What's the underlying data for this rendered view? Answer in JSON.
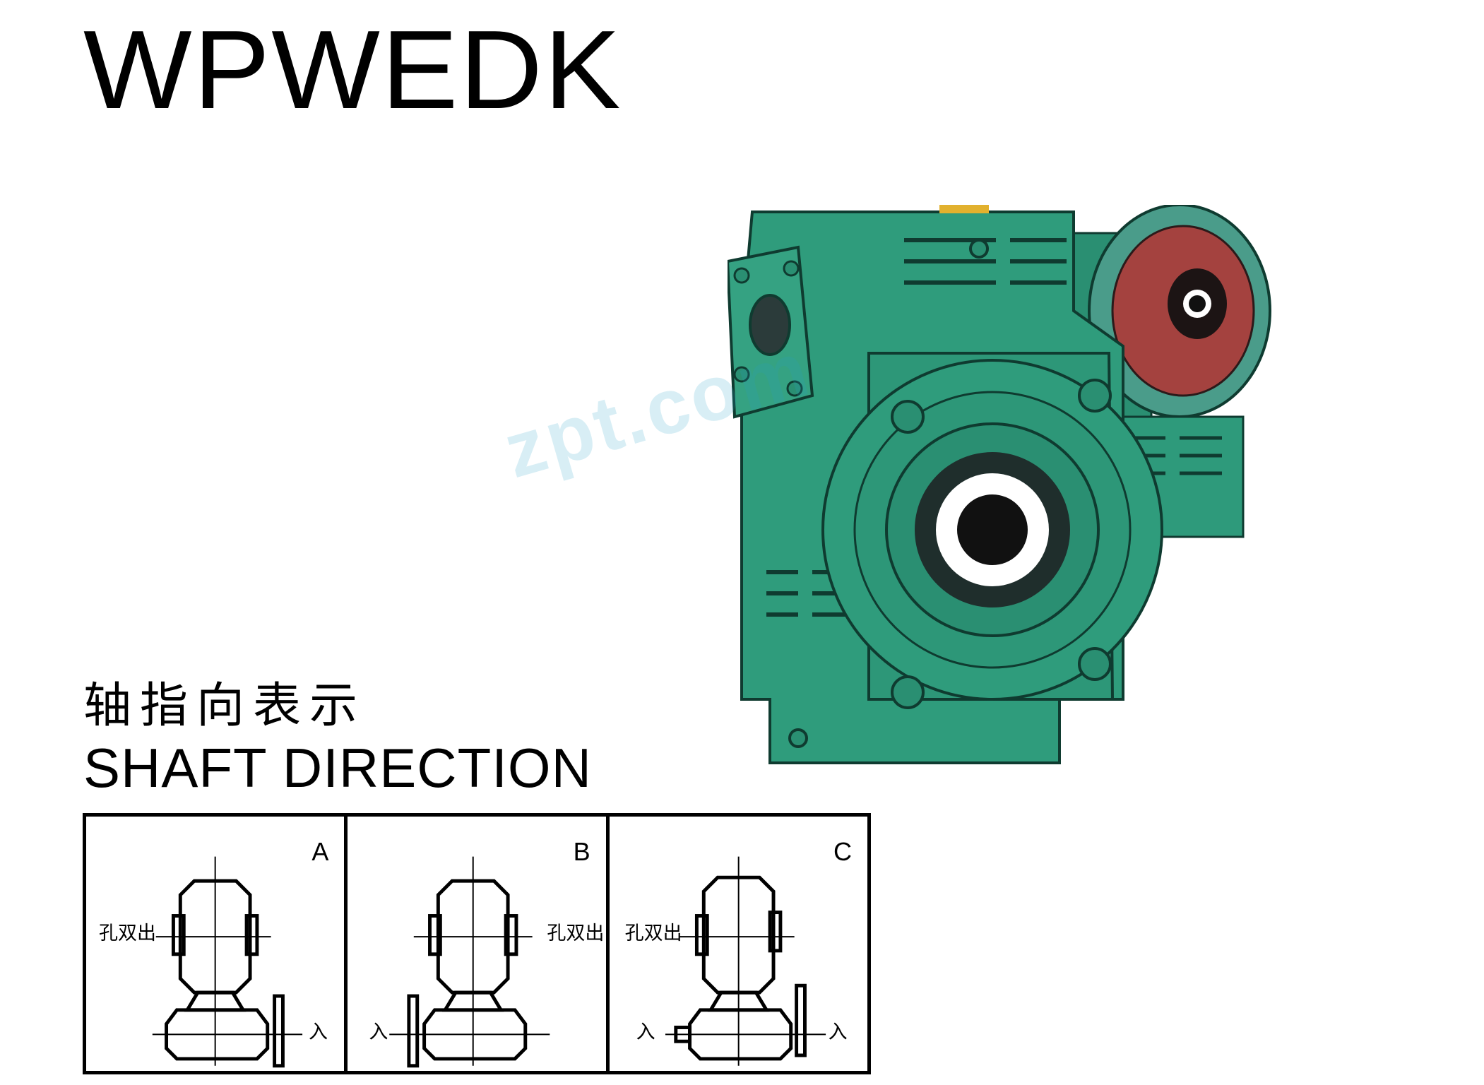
{
  "header": {
    "title": "WPWEDK"
  },
  "product_image": {
    "description": "green worm gear reducer with red motor flange",
    "body_color": "#2f9c7c",
    "flange_color": "#a4423f",
    "watermark_text": "zpt.com"
  },
  "shaft_direction": {
    "heading_cn": "轴指向表示",
    "heading_en": "SHAFT DIRECTION",
    "options": [
      {
        "label": "A",
        "output_label": "孔双出",
        "output_side": "left",
        "input_labels": [
          "入"
        ],
        "input_sides": [
          "right"
        ]
      },
      {
        "label": "B",
        "output_label": "孔双出",
        "output_side": "right",
        "input_labels": [
          "入"
        ],
        "input_sides": [
          "left"
        ]
      },
      {
        "label": "C",
        "output_label": "孔双出",
        "output_side": "left",
        "input_labels": [
          "入",
          "入"
        ],
        "input_sides": [
          "left",
          "right"
        ]
      }
    ]
  }
}
